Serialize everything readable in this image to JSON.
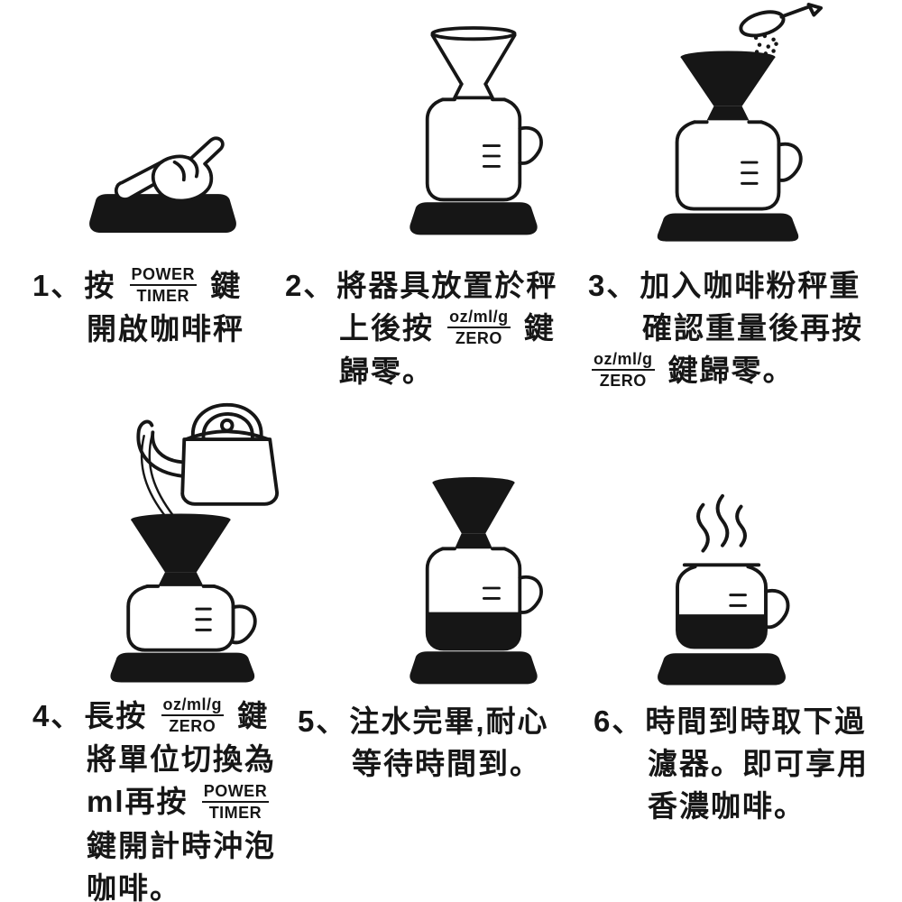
{
  "page": {
    "background": "#ffffff"
  },
  "colors": {
    "ink": "#161616",
    "paper": "#ffffff"
  },
  "delimiter": "、",
  "buttons": {
    "power_timer": {
      "top": "POWER",
      "bottom": "TIMER"
    },
    "unit_zero": {
      "top": "oz/ml/g",
      "bottom": "ZERO"
    }
  },
  "steps": [
    {
      "number": "1",
      "illustration": "finger-pressing-scale",
      "lines": [
        {
          "indent": false,
          "segs": [
            {
              "t": "text",
              "v": "按 "
            },
            {
              "t": "key",
              "top": "POWER",
              "bottom": "TIMER"
            },
            {
              "t": "text",
              "v": " 鍵"
            }
          ]
        },
        {
          "indent": true,
          "segs": [
            {
              "t": "text",
              "v": "開啟咖啡秤"
            }
          ]
        }
      ]
    },
    {
      "number": "2",
      "illustration": "dripper-and-server-on-scale",
      "lines": [
        {
          "indent": false,
          "segs": [
            {
              "t": "text",
              "v": "將器具放置於秤"
            }
          ]
        },
        {
          "indent": true,
          "segs": [
            {
              "t": "text",
              "v": "上後按 "
            },
            {
              "t": "key",
              "top": "oz/ml/g",
              "bottom": "ZERO"
            },
            {
              "t": "text",
              "v": " 鍵"
            }
          ]
        },
        {
          "indent": true,
          "segs": [
            {
              "t": "text",
              "v": "歸零。"
            }
          ]
        }
      ]
    },
    {
      "number": "3",
      "illustration": "spoon-adding-coffee-powder",
      "lines": [
        {
          "indent": false,
          "segs": [
            {
              "t": "text",
              "v": "加入咖啡粉秤重"
            }
          ]
        },
        {
          "indent": true,
          "segs": [
            {
              "t": "text",
              "v": "確認重量後再按"
            }
          ]
        },
        {
          "indent": false,
          "segs": [
            {
              "t": "key",
              "top": "oz/ml/g",
              "bottom": "ZERO"
            },
            {
              "t": "text",
              "v": " 鍵歸零。"
            }
          ]
        }
      ]
    },
    {
      "number": "4",
      "illustration": "kettle-pouring-water-into-dripper",
      "lines": [
        {
          "indent": false,
          "segs": [
            {
              "t": "text",
              "v": "長按 "
            },
            {
              "t": "key",
              "top": "oz/ml/g",
              "bottom": "ZERO"
            },
            {
              "t": "text",
              "v": " 鍵"
            }
          ]
        },
        {
          "indent": true,
          "segs": [
            {
              "t": "text",
              "v": "將單位切換為"
            }
          ]
        },
        {
          "indent": true,
          "segs": [
            {
              "t": "text",
              "v": "ml再按 "
            },
            {
              "t": "key",
              "top": "POWER",
              "bottom": "TIMER"
            }
          ]
        },
        {
          "indent": true,
          "segs": [
            {
              "t": "text",
              "v": "鍵開計時沖泡"
            }
          ]
        },
        {
          "indent": true,
          "segs": [
            {
              "t": "text",
              "v": "咖啡。"
            }
          ]
        }
      ]
    },
    {
      "number": "5",
      "illustration": "brewed-coffee-waiting",
      "lines": [
        {
          "indent": false,
          "segs": [
            {
              "t": "text",
              "v": "注水完畢,耐心"
            }
          ]
        },
        {
          "indent": true,
          "segs": [
            {
              "t": "text",
              "v": "等待時間到。"
            }
          ]
        }
      ]
    },
    {
      "number": "6",
      "illustration": "coffee-server-with-steam",
      "lines": [
        {
          "indent": false,
          "segs": [
            {
              "t": "text",
              "v": "時間到時取下過"
            }
          ]
        },
        {
          "indent": true,
          "segs": [
            {
              "t": "text",
              "v": "濾器。即可享用"
            }
          ]
        },
        {
          "indent": true,
          "segs": [
            {
              "t": "text",
              "v": "香濃咖啡。"
            }
          ]
        }
      ]
    }
  ]
}
